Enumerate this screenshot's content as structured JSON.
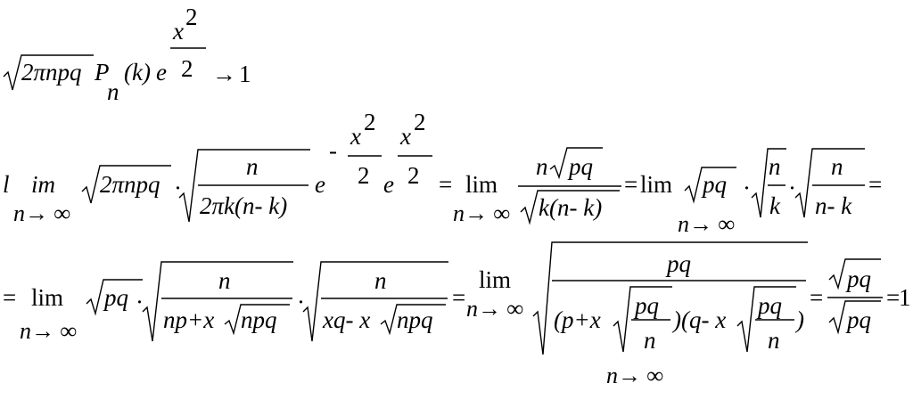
{
  "formula": {
    "line1": {
      "sqrt_content": "2πnpq",
      "p": "P",
      "n_sub": "n",
      "k_arg": "(k)",
      "e": "e",
      "exp_num": "x",
      "exp_pow": "2",
      "exp_den": "2",
      "arrow": "→",
      "one": "1"
    },
    "line2": {
      "l": "l",
      "im": "im",
      "lim": "lim",
      "n_to_inf": "n→ ∞",
      "sqrt_2pinpq": "2πnpq",
      "dot": "·",
      "n": "n",
      "den_2pik": "2πk(n- k)",
      "e": "e",
      "minus": "-",
      "x": "x",
      "two": "2",
      "eq": "=",
      "n_sqrt": "n",
      "pq": "pq",
      "k_n_minus_k": "k(n- k)",
      "k": "k",
      "n_minus_k": "n- k"
    },
    "line3": {
      "eq": "=",
      "lim": "lim",
      "n_to_inf": "n→ ∞",
      "pq": "pq",
      "dot": "·",
      "n": "n",
      "np_plus": "np+x",
      "npq": "npq",
      "xq_minus": "xq- x",
      "p_plus_x": "(p+x",
      "close_q_minus_x": ")(q- x",
      "close": ")",
      "one": "1"
    }
  }
}
